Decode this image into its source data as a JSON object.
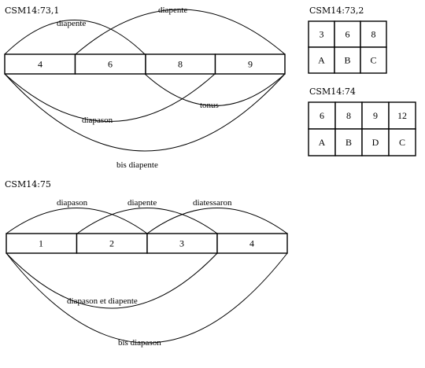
{
  "diagram_73_1": {
    "caption": "CSM14:73,1",
    "cells": [
      "4",
      "6",
      "8",
      "9"
    ],
    "arcs": {
      "diapente_small": "diapente",
      "diapente_large": "diapente",
      "tonus": "tonus",
      "diapason": "diapason",
      "bis_diapente": "bis diapente"
    }
  },
  "table_73_2": {
    "caption": "CSM14:73,2",
    "numbers": [
      "3",
      "6",
      "8"
    ],
    "letters": [
      "A",
      "B",
      "C"
    ]
  },
  "table_74": {
    "caption": "CSM14:74",
    "numbers": [
      "6",
      "8",
      "9",
      "12"
    ],
    "letters": [
      "A",
      "B",
      "D",
      "C"
    ]
  },
  "diagram_75": {
    "caption": "CSM14:75",
    "cells": [
      "1",
      "2",
      "3",
      "4"
    ],
    "arcs": {
      "diapason": "diapason",
      "diapente": "diapente",
      "diatessaron": "diatessaron",
      "diapason_et_diapente": "diapason et diapente",
      "bis_diapason": "bis diapason"
    }
  }
}
